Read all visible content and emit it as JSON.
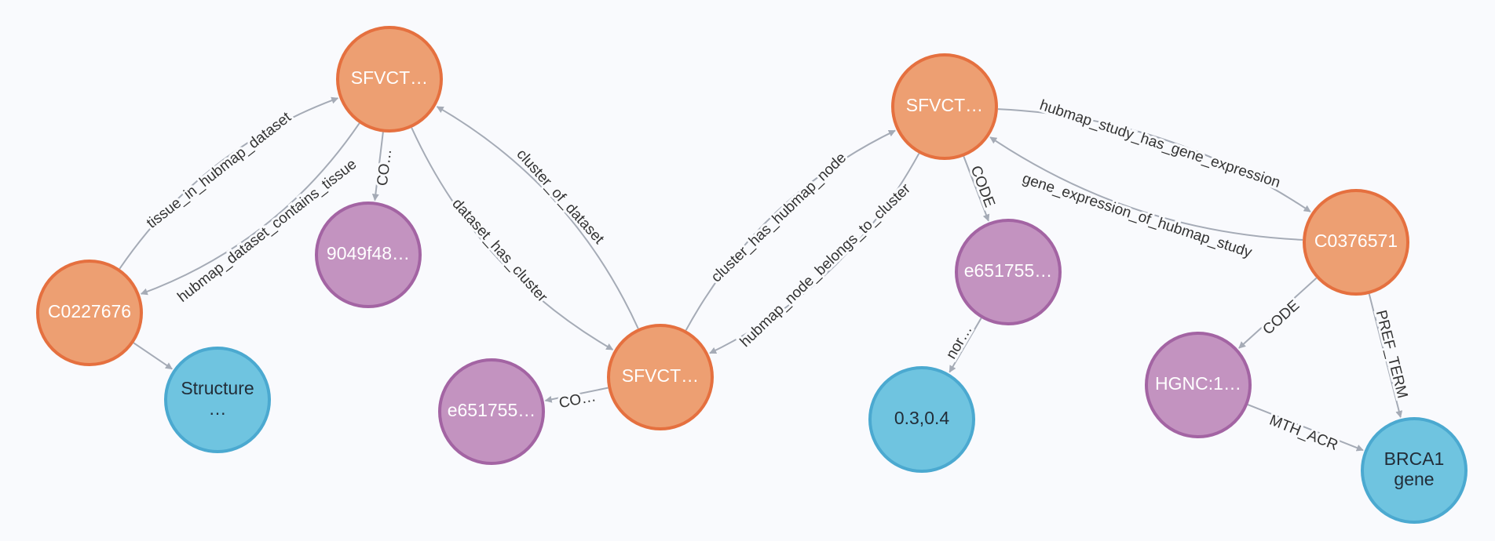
{
  "colors": {
    "concept_fill": "#ed9f72",
    "concept_stroke": "#e5703f",
    "code_fill": "#c393c0",
    "code_stroke": "#a364a3",
    "term_fill": "#6fc4e0",
    "term_stroke": "#4ba9d0",
    "edge": "#a5abb6",
    "background": "#f9fafd"
  },
  "nodes": [
    {
      "id": "n_sfv1",
      "type": "concept",
      "lines": [
        "SFVCT…"
      ]
    },
    {
      "id": "n_c0227676",
      "type": "concept",
      "lines": [
        "C0227676"
      ]
    },
    {
      "id": "n_9049",
      "type": "code",
      "lines": [
        "9049f48…"
      ]
    },
    {
      "id": "n_structure",
      "type": "term",
      "lines": [
        "Structure",
        "…"
      ]
    },
    {
      "id": "n_sfv2",
      "type": "concept",
      "lines": [
        "SFVCT…"
      ]
    },
    {
      "id": "n_e651a",
      "type": "code",
      "lines": [
        "e651755…"
      ]
    },
    {
      "id": "n_sfv3",
      "type": "concept",
      "lines": [
        "SFVCT…"
      ]
    },
    {
      "id": "n_e651b",
      "type": "code",
      "lines": [
        "e651755…"
      ]
    },
    {
      "id": "n_03",
      "type": "term",
      "lines": [
        "0.3,0.4"
      ]
    },
    {
      "id": "n_c0376571",
      "type": "concept",
      "lines": [
        "C0376571"
      ]
    },
    {
      "id": "n_hgnc",
      "type": "code",
      "lines": [
        "HGNC:1…"
      ]
    },
    {
      "id": "n_brca1",
      "type": "term",
      "lines": [
        "BRCA1",
        "gene"
      ]
    }
  ],
  "edges": [
    {
      "id": "e1",
      "label": "hubmap_dataset_contains_tissue"
    },
    {
      "id": "e2",
      "label": "tissue_in_hubmap_dataset"
    },
    {
      "id": "e3",
      "label": "CO…"
    },
    {
      "id": "e4",
      "label": ""
    },
    {
      "id": "e5",
      "label": "dataset_has_cluster"
    },
    {
      "id": "e6",
      "label": "cluster_of_dataset"
    },
    {
      "id": "e7",
      "label": "CO…"
    },
    {
      "id": "e8",
      "label": "cluster_has_hubmap_node"
    },
    {
      "id": "e9",
      "label": "hubmap_node_belongs_to_cluster"
    },
    {
      "id": "e10",
      "label": "CODE"
    },
    {
      "id": "e11",
      "label": "nor…"
    },
    {
      "id": "e12",
      "label": "hubmap_study_has_gene_expression"
    },
    {
      "id": "e13",
      "label": "gene_expression_of_hubmap_study"
    },
    {
      "id": "e14",
      "label": "CODE"
    },
    {
      "id": "e15",
      "label": "PREF_TERM"
    },
    {
      "id": "e16",
      "label": "MTH_ACR"
    }
  ]
}
